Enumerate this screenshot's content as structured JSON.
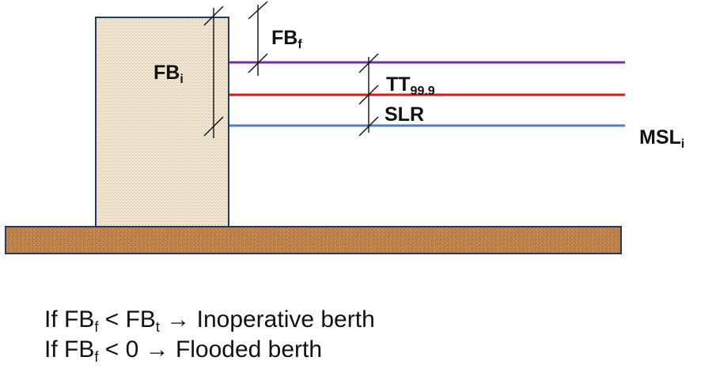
{
  "colors": {
    "wall_fill": "#efe6d6",
    "wall_texture": "#c8b89e",
    "ground_fill": "#c0854a",
    "ground_texture": "#8a5628",
    "outline": "#1f3864",
    "freeboard_line": "#7030a0",
    "tide_line": "#e8101c",
    "msl_line": "#4a7fc1",
    "tick_marks": "#111111"
  },
  "labels": {
    "fb_f": {
      "base": "FB",
      "sub": "f"
    },
    "fb_i": {
      "base": "FB",
      "sub": "i"
    },
    "tt": {
      "base": "TT",
      "sub": "99.9"
    },
    "slr": "SLR",
    "msl_i": {
      "base": "MSL",
      "sub": "i"
    }
  },
  "rules": [
    {
      "lhs_prefix": "If ",
      "lhs_var": "FB",
      "lhs_sub": "f",
      "op": " < ",
      "rhs_var": "FB",
      "rhs_sub": "t",
      "arrow": " → ",
      "result": "Inoperative berth"
    },
    {
      "lhs_prefix": "If ",
      "lhs_var": "FB",
      "lhs_sub": "f",
      "op": " < ",
      "rhs_var": "0",
      "rhs_sub": "",
      "arrow": " → ",
      "result": "Flooded berth"
    }
  ]
}
